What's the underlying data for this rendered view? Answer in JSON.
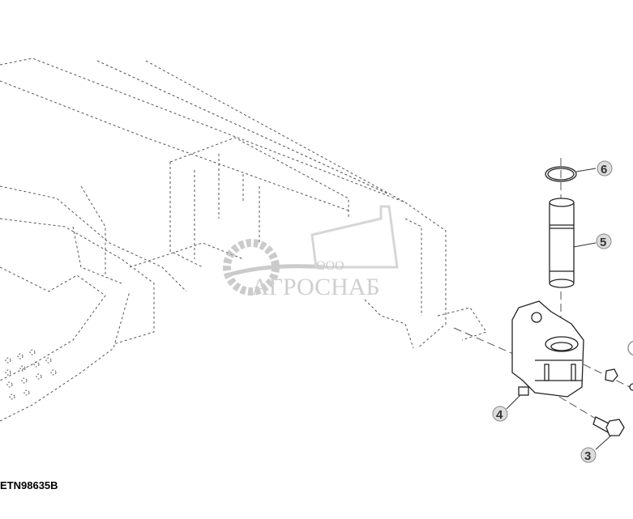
{
  "diagram": {
    "figure_id": "ETN98635B",
    "callouts": [
      {
        "number": "6"
      },
      {
        "number": "5"
      },
      {
        "number": "4"
      },
      {
        "number": "3"
      }
    ],
    "watermark": {
      "prefix": "ООО",
      "name": "АГРОСНАБ"
    }
  }
}
